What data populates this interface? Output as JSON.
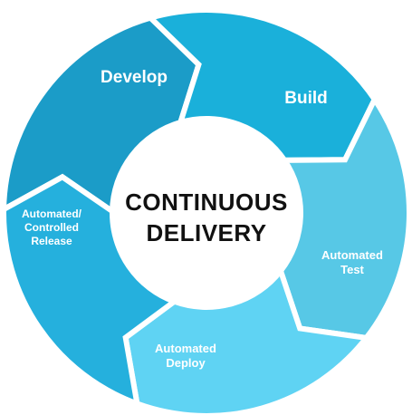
{
  "center": {
    "title_line1": "CONTINUOUS",
    "title_line2": "DELIVERY"
  },
  "stages": [
    {
      "id": "develop",
      "lines": [
        "Develop"
      ],
      "color": "#1b9cc8"
    },
    {
      "id": "build",
      "lines": [
        "Build"
      ],
      "color": "#1ab0da"
    },
    {
      "id": "test",
      "lines": [
        "Automated",
        "Test"
      ],
      "color": "#57c8e6"
    },
    {
      "id": "deploy",
      "lines": [
        "Automated",
        "Deploy"
      ],
      "color": "#5fd3f3"
    },
    {
      "id": "release",
      "lines": [
        "Automated/",
        "Controlled",
        "Release"
      ],
      "color": "#25b0dd"
    }
  ],
  "colors": {
    "separator": "#ffffff",
    "center_fill": "#ffffff",
    "center_text": "#111111"
  }
}
